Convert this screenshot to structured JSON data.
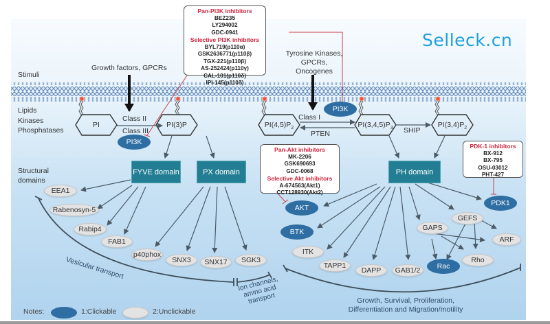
{
  "brand": "Selleck.cn",
  "colors": {
    "clickable": "#2e6ea3",
    "unclickable": "#e3e3e3",
    "domain_box": "#237d93",
    "inhibitor_heading": "#d2233c",
    "brand": "#1e9ee0"
  },
  "left_labels": {
    "stimuli": "Stimuli",
    "lipids": "Lipids",
    "kinases": "Kinases",
    "phosphatases": "Phosphatases",
    "structural": "Structural",
    "domains": "domains"
  },
  "stimuli": {
    "growth": "Growth factors, GPCRs",
    "tyrosine": [
      "Tyrosine Kinases,",
      "GPCRs,",
      "Oncogenes"
    ]
  },
  "lipids": {
    "pi": "PI",
    "pi3p": "PI(3)P",
    "pi45p2": "PI(4,5)P",
    "pi345p3": "PI(3,4,5)P",
    "pi34p2": "PI(3,4)P",
    "sub2": "2",
    "sub3": "3"
  },
  "reactions": {
    "class2": "Class II",
    "class3": "Class III",
    "class1": "Class I",
    "pten": "PTEN",
    "ship": "SHIP"
  },
  "pi3k_inhibitors": {
    "pan_heading": "Pan-PI3K inhibitors",
    "pan": [
      "BEZ235",
      "LY294002",
      "GDC-0941"
    ],
    "selective_heading": "Selective  PI3K inhibitors",
    "selective": [
      "BYL719(p110α)",
      "GSK2636771(p110β)",
      "TGX-221(p110β)",
      "AS-252424(p110γ)",
      "CAL-101(p110δ)",
      "IPI-145(p110δ)"
    ]
  },
  "akt_inhibitors": {
    "pan_heading": "Pan-Akt inhibitors",
    "pan": [
      "MK-2206",
      "GSK690693",
      "GDC-0068"
    ],
    "selective_heading": "Selective Akt inhibitors",
    "selective": [
      "A-674563(Akt1)",
      "CCT128930(Akt2)"
    ]
  },
  "pdk1_inhibitors": {
    "heading": "PDK-1 inhibitors",
    "items": [
      "BX-912",
      "BX-795",
      "OSU-03012",
      "PHT-427"
    ]
  },
  "domains": {
    "fyve": "FYVE domain",
    "px": "PX domain",
    "ph": "PH domain"
  },
  "clickable_nodes": {
    "pi3k_left": "PI3K",
    "pi3k_right": "PI3K",
    "akt": "AKT",
    "btk": "BTK",
    "pdk1": "PDK1",
    "rac": "Rac"
  },
  "unclickable_nodes": {
    "eea1": "EEA1",
    "rabenosyn5": "Rabenosyn-5",
    "rabip4": "Rabip4",
    "fab1": "FAB1",
    "p40phox": "p40phox",
    "snx3": "SNX3",
    "snx17": "SNX17",
    "sgk3": "SGK3",
    "itk": "ITK",
    "tapp1": "TAPP1",
    "dapp": "DAPP",
    "gab12": "GAB1/2",
    "gaps": "GAPS",
    "gefs": "GEFS",
    "arf": "ARF",
    "rho": "Rho"
  },
  "outcomes": {
    "vesicular": "Vesicular transport",
    "ion": [
      "Ion channels,",
      "amino acid",
      "transport"
    ],
    "growth": [
      "Growth, Survival, Proliferation,",
      "Differentiation and Migration/motility"
    ]
  },
  "notes": {
    "label": "Notes:",
    "clickable": "1:Clickable",
    "unclickable": "2:Unclickable"
  }
}
